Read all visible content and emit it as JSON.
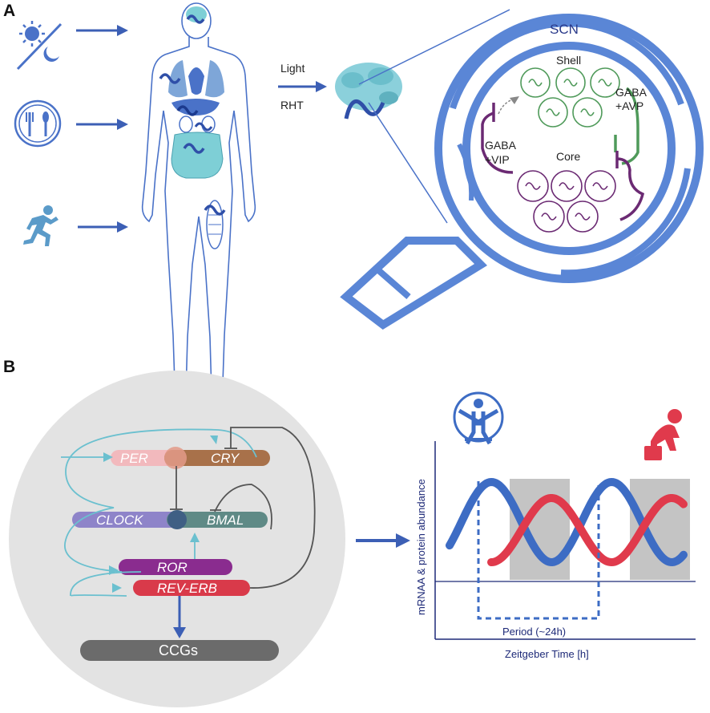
{
  "panel_a": {
    "letter": "A",
    "light_label": "Light",
    "rht_label": "RHT",
    "scn_label": "SCN",
    "shell_label": "Shell",
    "core_label": "Core",
    "gaba_avp_line1": "GABA",
    "gaba_avp_line2": "+AVP",
    "gaba_vip_line1": "GABA",
    "gaba_vip_line2": "+VIP",
    "inputs": [
      "light-dark-cycle-icon",
      "food-icon",
      "exercise-icon"
    ],
    "colors": {
      "blue": "#4a72c8",
      "teal": "#7ecfd6",
      "green": "#4f9a5a",
      "purple": "#6b2a73"
    }
  },
  "panel_b": {
    "letter": "B",
    "genes": {
      "per": "PER",
      "cry": "CRY",
      "clock": "CLOCK",
      "bmal": "BMAL",
      "ror": "ROR",
      "reverb": "REV-ERB",
      "ccgs": "CCGs"
    },
    "gene_colors": {
      "per": "#f2b9bd",
      "cry": "#a8714a",
      "clock": "#8e84c9",
      "bmal": "#5f8a86",
      "ror": "#8a2c8f",
      "reverb": "#d93a4a",
      "ccgs": "#6b6b6b"
    },
    "icons": [
      "healthy-human-icon",
      "sad-person-icon"
    ]
  },
  "chart_data": {
    "type": "line",
    "xlabel": "Zeitgeber Time [h]",
    "ylabel": "mRNAA & protein abundance",
    "period_label": "Period (~24h)",
    "grid": false,
    "shaded_intervals": [
      [
        0.3,
        0.5
      ],
      [
        0.7,
        0.9
      ]
    ],
    "series": [
      {
        "color": "#3d6cc4",
        "amplitude": 1.0,
        "phase_peak_fraction": [
          0.14,
          0.54
        ]
      },
      {
        "color": "#e03a4c",
        "amplitude": 0.8,
        "phase_peak_fraction": [
          0.34,
          0.74
        ]
      }
    ]
  }
}
